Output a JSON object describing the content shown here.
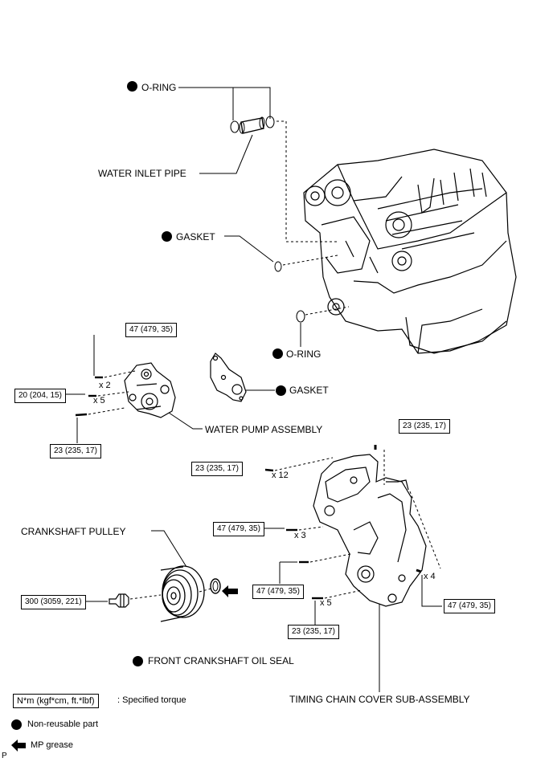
{
  "labels": {
    "o_ring_top": "O-RING",
    "water_inlet_pipe": "WATER INLET PIPE",
    "gasket_top": "GASKET",
    "o_ring_mid": "O-RING",
    "gasket_pump": "GASKET",
    "water_pump_assembly": "WATER PUMP ASSEMBLY",
    "crankshaft_pulley": "CRANKSHAFT PULLEY",
    "front_crankshaft_oil_seal": "FRONT CRANKSHAFT OIL SEAL",
    "timing_chain_cover": "TIMING CHAIN COVER SUB-ASSEMBLY"
  },
  "torques": {
    "t1": "47 (479, 35)",
    "t2": "20 (204, 15)",
    "t3": "23 (235, 17)",
    "t4": "23 (235, 17)",
    "t5": "23 (235, 17)",
    "t6": "47 (479, 35)",
    "t7": "47 (479, 35)",
    "t8": "300 (3059, 221)",
    "t9": "23 (235, 17)",
    "t10": "47 (479, 35)"
  },
  "counts": {
    "c1": "x 2",
    "c2": "x 5",
    "c3": "x 12",
    "c4": "x 3",
    "c5": "x 4",
    "c6": "x 5"
  },
  "legend": {
    "torque_unit": "N*m (kgf*cm, ft.*lbf)",
    "torque_desc": ": Specified torque",
    "non_reusable": "Non-reusable part",
    "mp_grease": "MP grease"
  },
  "page_mark": "P"
}
